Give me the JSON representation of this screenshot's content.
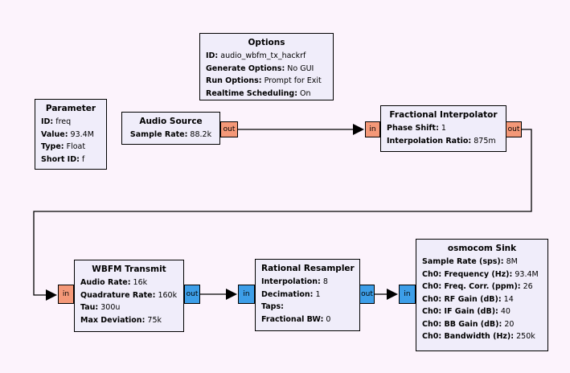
{
  "colors": {
    "canvas_bg": "#FCF3FC",
    "block_bg": "#F0EDFA",
    "block_border": "#000000",
    "port_float": "#F49878",
    "port_complex": "#3D9EE8",
    "wire": "#000000"
  },
  "ports": {
    "in": "in",
    "out": "out"
  },
  "blocks": {
    "options": {
      "title": "Options",
      "params": [
        {
          "k": "ID:",
          "v": "audio_wbfm_tx_hackrf"
        },
        {
          "k": "Generate Options:",
          "v": "No GUI"
        },
        {
          "k": "Run Options:",
          "v": "Prompt for Exit"
        },
        {
          "k": "Realtime Scheduling:",
          "v": "On"
        }
      ]
    },
    "parameter": {
      "title": "Parameter",
      "params": [
        {
          "k": "ID:",
          "v": "freq"
        },
        {
          "k": "Value:",
          "v": "93.4M"
        },
        {
          "k": "Type:",
          "v": "Float"
        },
        {
          "k": "Short ID:",
          "v": "f"
        }
      ]
    },
    "audio_source": {
      "title": "Audio Source",
      "params": [
        {
          "k": "Sample Rate:",
          "v": "88.2k"
        }
      ]
    },
    "fractional_interpolator": {
      "title": "Fractional Interpolator",
      "params": [
        {
          "k": "Phase Shift:",
          "v": "1"
        },
        {
          "k": "Interpolation Ratio:",
          "v": "875m"
        }
      ]
    },
    "wbfm_transmit": {
      "title": "WBFM Transmit",
      "params": [
        {
          "k": "Audio Rate:",
          "v": "16k"
        },
        {
          "k": "Quadrature Rate:",
          "v": "160k"
        },
        {
          "k": "Tau:",
          "v": "300u"
        },
        {
          "k": "Max Deviation:",
          "v": "75k"
        }
      ]
    },
    "rational_resampler": {
      "title": "Rational Resampler",
      "params": [
        {
          "k": "Interpolation:",
          "v": "8"
        },
        {
          "k": "Decimation:",
          "v": "1"
        },
        {
          "k": "Taps:",
          "v": ""
        },
        {
          "k": "Fractional BW:",
          "v": "0"
        }
      ]
    },
    "osmocom_sink": {
      "title": "osmocom Sink",
      "params": [
        {
          "k": "Sample Rate (sps):",
          "v": "8M"
        },
        {
          "k": "Ch0: Frequency (Hz):",
          "v": "93.4M"
        },
        {
          "k": "Ch0: Freq. Corr. (ppm):",
          "v": "26"
        },
        {
          "k": "Ch0: RF Gain (dB):",
          "v": "14"
        },
        {
          "k": "Ch0: IF Gain (dB):",
          "v": "40"
        },
        {
          "k": "Ch0: BB Gain (dB):",
          "v": "20"
        },
        {
          "k": "Ch0: Bandwidth (Hz):",
          "v": "250k"
        }
      ]
    }
  }
}
